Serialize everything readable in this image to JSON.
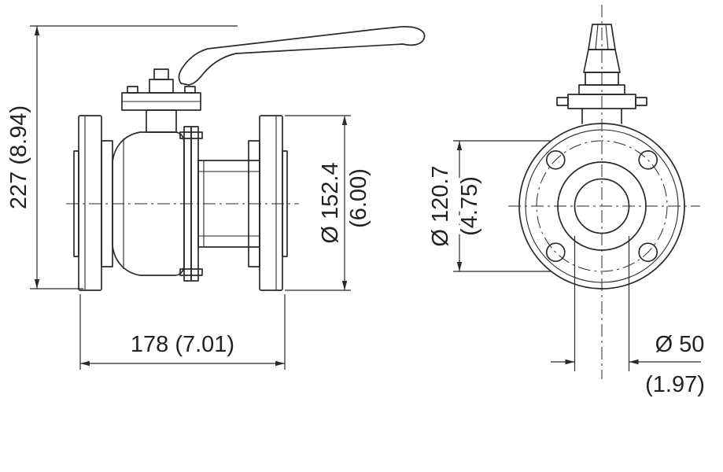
{
  "side_view": {
    "height_dim": "227 (8.94)",
    "flange_od_mm": "Ø 152.4",
    "flange_od_in": "(6.00)",
    "length_dim": "178 (7.01)"
  },
  "front_view": {
    "bolt_circle_mm": "Ø 120.7",
    "bolt_circle_in": "(4.75)",
    "bore_mm": "Ø 50",
    "bore_in": "(1.97)"
  },
  "colors": {
    "line": "#2a2a2a",
    "background": "#ffffff"
  }
}
